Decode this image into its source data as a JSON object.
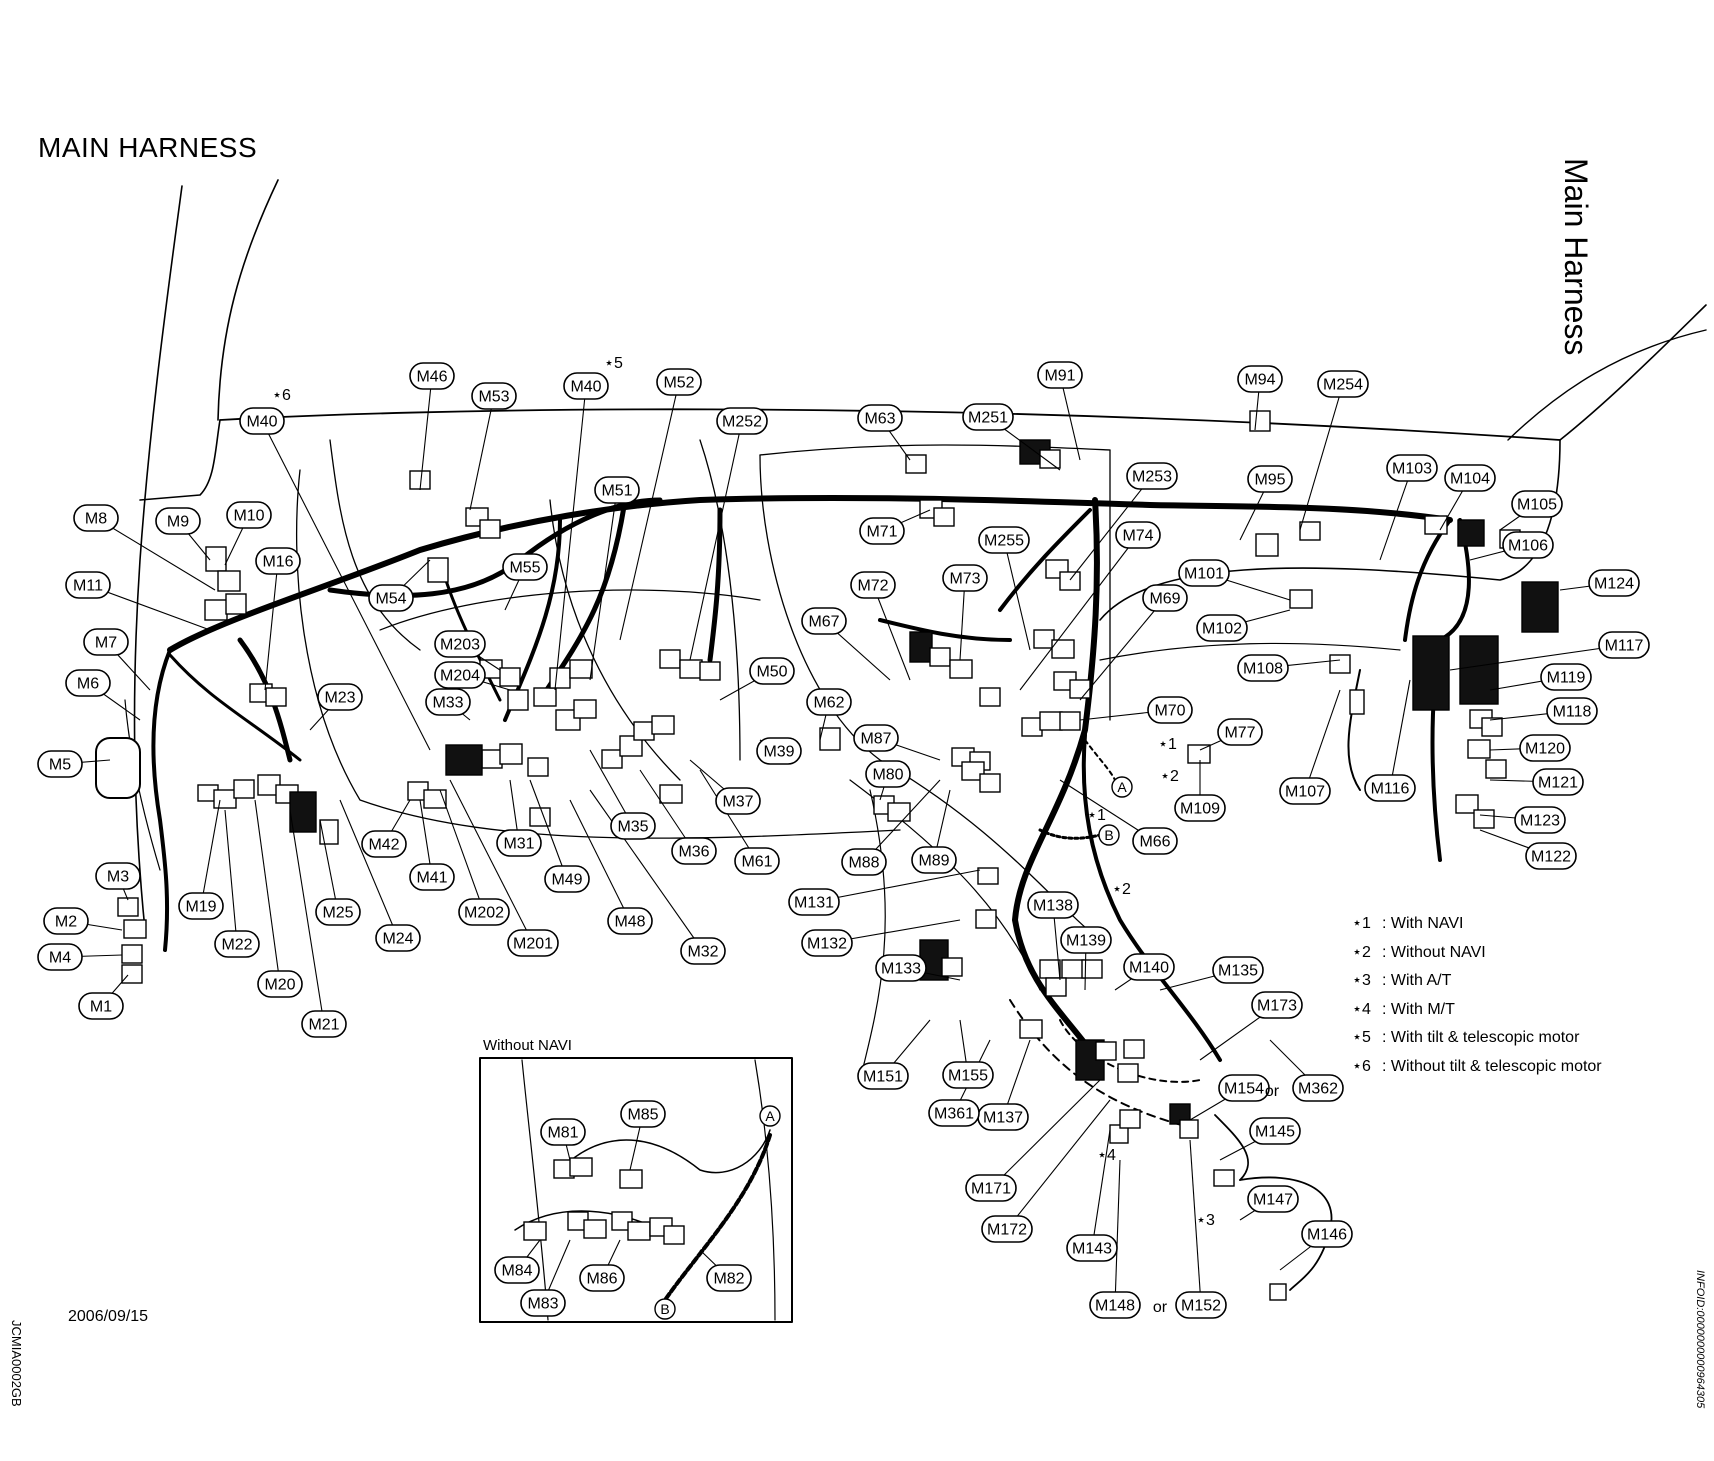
{
  "header": {
    "title": "MAIN HARNESS",
    "side_title": "Main Harness",
    "side_id": "INFOID:0000000000964305",
    "left_id": "JCMIA0002GB",
    "date": "2006/09/15"
  },
  "inset": {
    "title": "Without NAVI"
  },
  "legend": [
    {
      "key": "⋆1",
      "text": ": With NAVI"
    },
    {
      "key": "⋆2",
      "text": ": Without NAVI"
    },
    {
      "key": "⋆3",
      "text": ": With A/T"
    },
    {
      "key": "⋆4",
      "text": ": With M/T"
    },
    {
      "key": "⋆5",
      "text": ": With tilt & telescopic motor"
    },
    {
      "key": "⋆6",
      "text": ": Without tilt & telescopic motor"
    }
  ],
  "markers": [
    "⋆5",
    "⋆6",
    "⋆1",
    "⋆2",
    "⋆1",
    "⋆2",
    "⋆4",
    "⋆3"
  ],
  "circle_labels": [
    "A",
    "B",
    "A",
    "B"
  ],
  "connectors": [
    "M1",
    "M2",
    "M3",
    "M4",
    "M5",
    "M6",
    "M7",
    "M8",
    "M9",
    "M10",
    "M11",
    "M16",
    "M19",
    "M20",
    "M21",
    "M22",
    "M23",
    "M24",
    "M25",
    "M31",
    "M32",
    "M33",
    "M35",
    "M36",
    "M37",
    "M39",
    "M40",
    "M40",
    "M41",
    "M42",
    "M46",
    "M48",
    "M49",
    "M50",
    "M51",
    "M52",
    "M53",
    "M54",
    "M55",
    "M61",
    "M62",
    "M63",
    "M66",
    "M67",
    "M69",
    "M70",
    "M71",
    "M72",
    "M73",
    "M74",
    "M77",
    "M80",
    "M87",
    "M88",
    "M89",
    "M91",
    "M94",
    "M95",
    "M101",
    "M102",
    "M103",
    "M104",
    "M105",
    "M106",
    "M107",
    "M108",
    "M109",
    "M116",
    "M117",
    "M118",
    "M119",
    "M120",
    "M121",
    "M122",
    "M123",
    "M124",
    "M131",
    "M132",
    "M133",
    "M135",
    "M137",
    "M138",
    "M139",
    "M140",
    "M143",
    "M145",
    "M146",
    "M147",
    "M148",
    "M151",
    "M152",
    "M154",
    "M155",
    "M171",
    "M172",
    "M173",
    "M201",
    "M202",
    "M203",
    "M204",
    "M251",
    "M252",
    "M253",
    "M254",
    "M255",
    "M361",
    "M362",
    "M81",
    "M82",
    "M83",
    "M84",
    "M85",
    "M86"
  ],
  "or_words": [
    "or",
    "or"
  ]
}
